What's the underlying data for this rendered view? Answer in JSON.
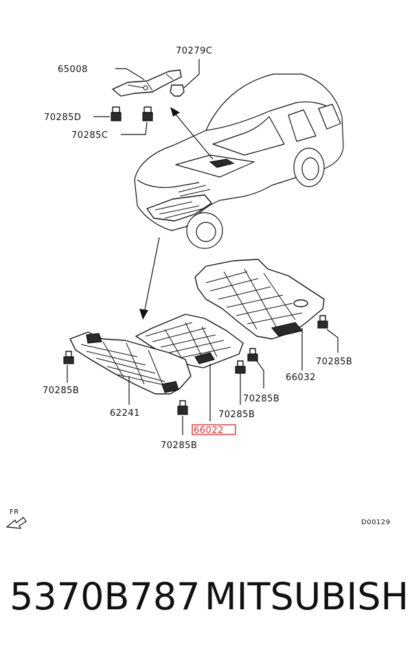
{
  "callouts": {
    "p65008": "65008",
    "p70279C": "70279C",
    "p70285D": "70285D",
    "p70285C": "70285C",
    "p70285B_right": "70285B",
    "p66032": "66032",
    "p70285B_left": "70285B",
    "p62241": "62241",
    "p70285B_mid1": "70285B",
    "p70285B_mid2": "70285B",
    "p66022": "66022",
    "p70285B_bottom": "70285B"
  },
  "highlighted_part": "66022",
  "colors": {
    "highlight": "#e03030",
    "line": "#111111"
  },
  "orientation_label": "FR",
  "diagram_code": "D00129",
  "footer": {
    "part_number": "5370B787",
    "brand": "MITSUBISHI"
  }
}
